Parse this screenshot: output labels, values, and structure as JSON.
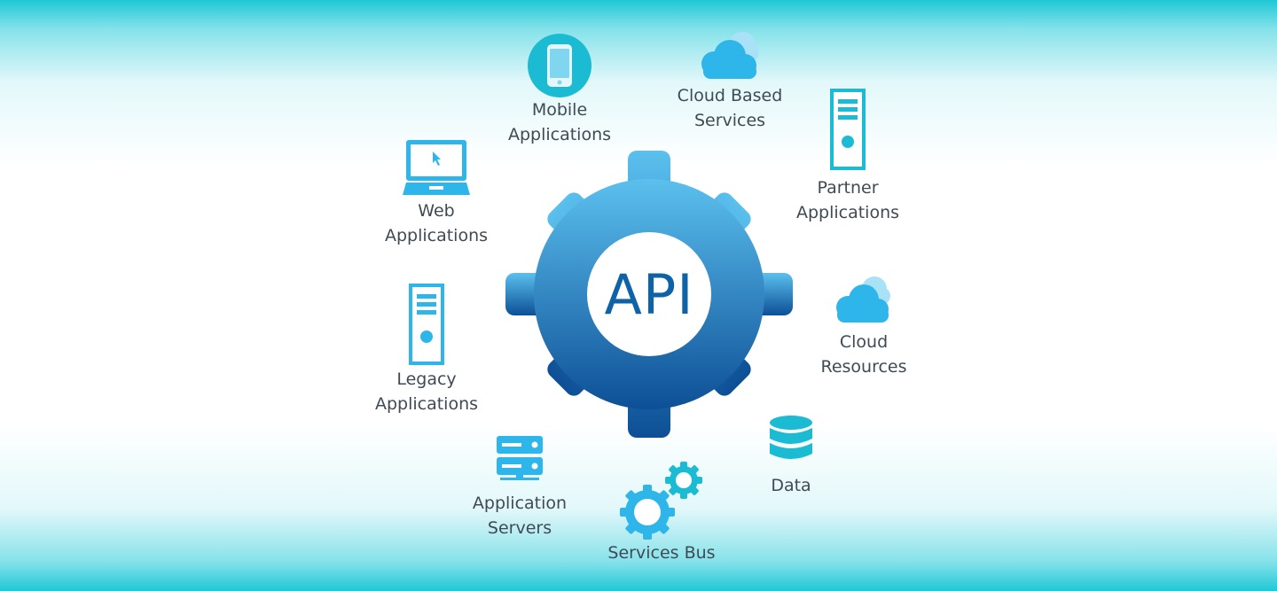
{
  "colors": {
    "icon_blue": "#2eb5ea",
    "icon_cyan": "#1bbcd3",
    "gear_top": "#5bc0ee",
    "gear_bottom": "#0d4f96",
    "text_gray": "#3f4a55",
    "api_text": "#0e62a8"
  },
  "hub": {
    "label": "API",
    "icon": "gear-icon"
  },
  "nodes": {
    "mobile": {
      "label_line1": "Mobile",
      "label_line2": "Applications",
      "icon": "mobile-phone-icon"
    },
    "cloud_based": {
      "label_line1": "Cloud Based",
      "label_line2": "Services",
      "icon": "cloud-icon"
    },
    "partner": {
      "label_line1": "Partner",
      "label_line2": "Applications",
      "icon": "server-tower-icon"
    },
    "web": {
      "label_line1": "Web",
      "label_line2": "Applications",
      "icon": "laptop-icon"
    },
    "cloud_resources": {
      "label_line1": "Cloud",
      "label_line2": "Resources",
      "icon": "cloud-icon"
    },
    "legacy": {
      "label_line1": "Legacy",
      "label_line2": "Applications",
      "icon": "server-tower-icon"
    },
    "data": {
      "label_line1": "Data",
      "icon": "database-icon"
    },
    "app_servers": {
      "label_line1": "Application",
      "label_line2": "Servers",
      "icon": "server-rack-icon"
    },
    "services_bus": {
      "label_line1": "Services Bus",
      "icon": "gears-icon"
    }
  }
}
